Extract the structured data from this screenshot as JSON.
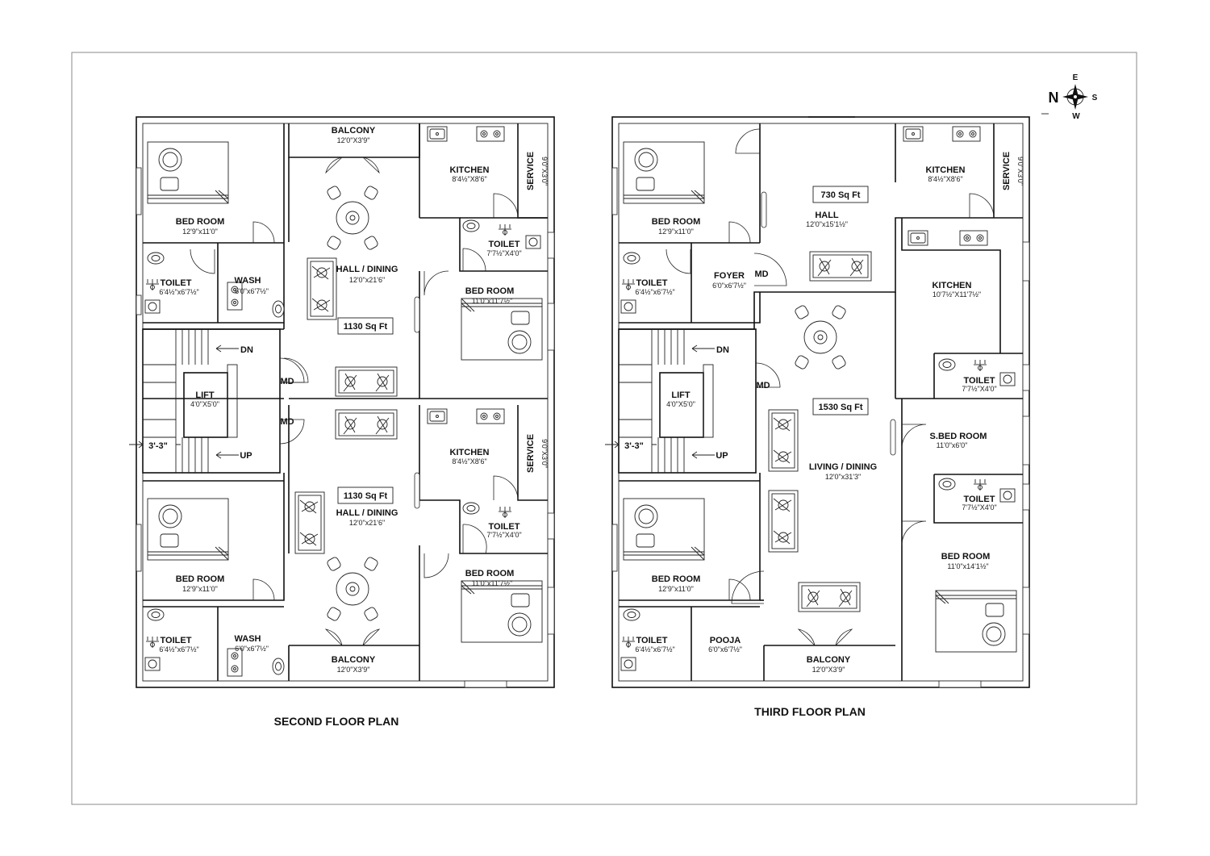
{
  "compass": {
    "n": "N",
    "e": "E",
    "s": "S",
    "w": "W"
  },
  "second_floor": {
    "title": "SECOND FLOOR PLAN",
    "unit_a": {
      "area": "1130 Sq Ft",
      "balcony": {
        "name": "BALCONY",
        "dim": "12'0\"X3'9\""
      },
      "kitchen": {
        "name": "KITCHEN",
        "dim": "8'4½\"X8'6\""
      },
      "service": {
        "name": "SERVICE",
        "dim": "9'0\"X3'0\""
      },
      "bed_left": {
        "name": "BED ROOM",
        "dim": "12'9\"x11'0\""
      },
      "toilet_left": {
        "name": "TOILET",
        "dim": "6'4½\"x6'7½\""
      },
      "wash": {
        "name": "WASH",
        "dim": "6'0\"x6'7½\""
      },
      "hall": {
        "name": "HALL / DINING",
        "dim": "12'0\"x21'6\""
      },
      "toilet_right": {
        "name": "TOILET",
        "dim": "7'7½\"X4'0\""
      },
      "bed_right": {
        "name": "BED ROOM",
        "dim": "11'0\"x11'7½\""
      }
    },
    "unit_b": {
      "area": "1130 Sq Ft",
      "balcony": {
        "name": "BALCONY",
        "dim": "12'0\"X3'9\""
      },
      "kitchen": {
        "name": "KITCHEN",
        "dim": "8'4½\"X8'6\""
      },
      "service": {
        "name": "SERVICE",
        "dim": "9'0\"X3'0\""
      },
      "bed_left": {
        "name": "BED ROOM",
        "dim": "12'9\"x11'0\""
      },
      "toilet_left": {
        "name": "TOILET",
        "dim": "6'4½\"x6'7½\""
      },
      "wash": {
        "name": "WASH",
        "dim": "6'0\"x6'7½\""
      },
      "hall": {
        "name": "HALL / DINING",
        "dim": "12'0\"x21'6\""
      },
      "toilet_right": {
        "name": "TOILET",
        "dim": "7'7½\"X4'0\""
      },
      "bed_right": {
        "name": "BED ROOM",
        "dim": "11'0\"x11'7½\""
      }
    },
    "core": {
      "lift": "LIFT",
      "lift_dim": "4'0\"X5'0\"",
      "dn": "DN",
      "up": "UP",
      "md_top": "MD",
      "md_bottom": "MD",
      "width": "3'-3\""
    }
  },
  "third_floor": {
    "title": "THIRD FLOOR PLAN",
    "unit_a": {
      "area": "730 Sq Ft",
      "kitchen": {
        "name": "KITCHEN",
        "dim": "8'4½\"X8'6\""
      },
      "service": {
        "name": "SERVICE",
        "dim": "9'0\"X3'0\""
      },
      "bed": {
        "name": "BED ROOM",
        "dim": "12'9\"x11'0\""
      },
      "toilet": {
        "name": "TOILET",
        "dim": "6'4½\"x6'7½\""
      },
      "foyer": {
        "name": "FOYER",
        "dim": "6'0\"x6'7½\""
      },
      "hall": {
        "name": "HALL",
        "dim": "12'0\"x15'1½\""
      },
      "md": "MD"
    },
    "unit_b": {
      "area": "1530 Sq Ft",
      "kitchen": {
        "name": "KITCHEN",
        "dim": "10'7½\"X11'7½\""
      },
      "toilet_top": {
        "name": "TOILET",
        "dim": "7'7½\"X4'0\""
      },
      "sbed": {
        "name": "S.BED ROOM",
        "dim": "11'0\"x6'0\""
      },
      "toilet_mid": {
        "name": "TOILET",
        "dim": "7'7½\"X4'0\""
      },
      "bed_right": {
        "name": "BED ROOM",
        "dim": "11'0\"x14'1½\""
      },
      "living": {
        "name": "LIVING / DINING",
        "dim": "12'0\"x31'3\""
      },
      "bed_left": {
        "name": "BED ROOM",
        "dim": "12'9\"x11'0\""
      },
      "toilet_left": {
        "name": "TOILET",
        "dim": "6'4½\"x6'7½\""
      },
      "pooja": {
        "name": "POOJA",
        "dim": "6'0\"x6'7½\""
      },
      "balcony": {
        "name": "BALCONY",
        "dim": "12'0\"X3'9\""
      },
      "md": "MD"
    },
    "core": {
      "lift": "LIFT",
      "lift_dim": "4'0\"X5'0\"",
      "dn": "DN",
      "up": "UP",
      "width": "3'-3\""
    }
  }
}
